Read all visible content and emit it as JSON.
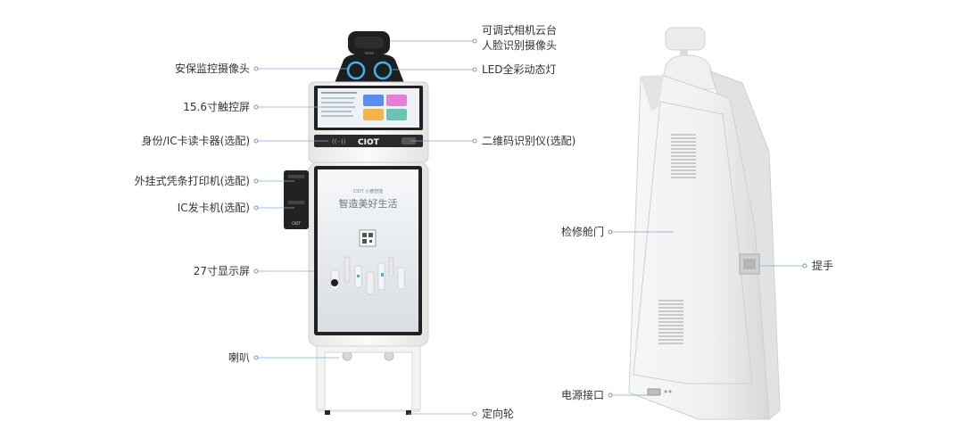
{
  "front_callouts_left": [
    {
      "id": "security-camera",
      "text": "安保监控摄像头"
    },
    {
      "id": "touch-screen",
      "text": "15.6寸触控屏"
    },
    {
      "id": "id-card-reader",
      "text": "身份/IC卡读卡器(选配)"
    },
    {
      "id": "receipt-printer",
      "text": "外挂式凭条打印机(选配)"
    },
    {
      "id": "ic-card-dispenser",
      "text": "IC发卡机(选配)"
    },
    {
      "id": "display-27",
      "text": "27寸显示屏"
    },
    {
      "id": "speaker",
      "text": "喇叭"
    }
  ],
  "front_callouts_right": [
    {
      "id": "gimbal-camera",
      "text": "可调式相机云台\n人脸识别摄像头"
    },
    {
      "id": "led-light",
      "text": "LED全彩动态灯"
    },
    {
      "id": "qr-scanner",
      "text": "二维码识别仪(选配)"
    },
    {
      "id": "caster",
      "text": "定向轮"
    }
  ],
  "back_callouts": [
    {
      "id": "service-door",
      "text": "检修舱门"
    },
    {
      "id": "power-port",
      "text": "电源接口"
    },
    {
      "id": "handle",
      "text": "提手"
    }
  ],
  "kiosk": {
    "brand": "CIOT",
    "printer_brand": "CIOT",
    "screen_slogan": "智造美好生活",
    "screen_brand": "CIOT 小鹿智能"
  },
  "colors": {
    "leader_line": "#7fa8d6",
    "leader_dot": "#6f9bd1",
    "label_text": "#333333",
    "led_ring": "#35b8f0",
    "body": "#f4f4f4",
    "dark": "#1e1e1e"
  }
}
